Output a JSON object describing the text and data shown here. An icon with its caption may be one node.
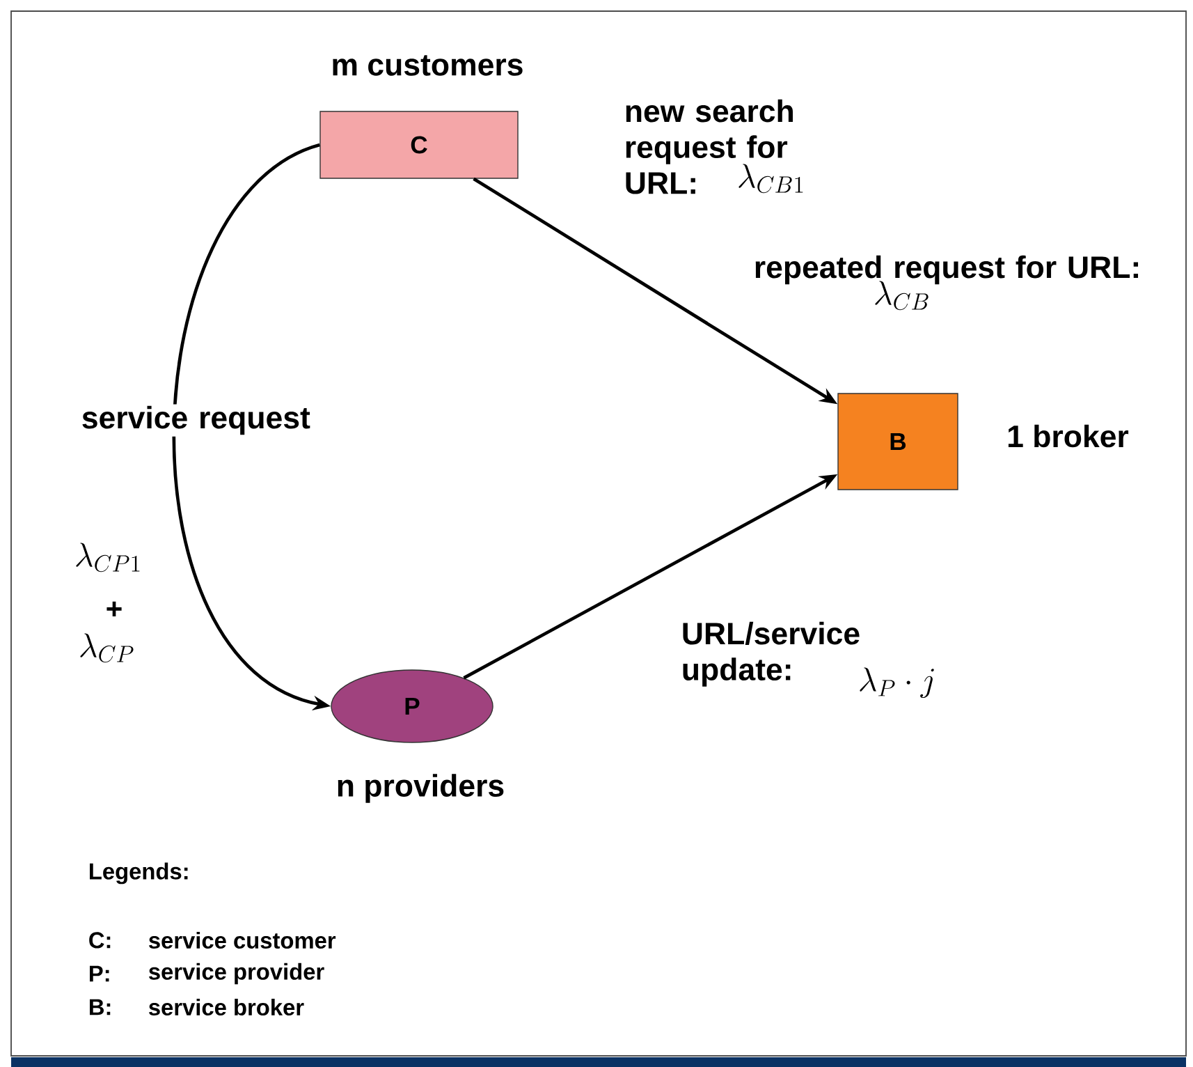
{
  "diagram": {
    "nodes": [
      {
        "text": [
          "C"
        ],
        "beside": [
          "m customers"
        ]
      },
      {
        "text": [
          "B"
        ],
        "beside": [
          "1 broker"
        ]
      },
      {
        "text": [
          "P"
        ],
        "beside": [
          "n providers"
        ]
      }
    ],
    "edges": [
      {
        "from": 0,
        "to": 1,
        "arrow": "to",
        "label": "new search request for URL:"
      },
      {
        "from": 0,
        "to": 2,
        "arrow": "to",
        "label": "service request"
      },
      {
        "from": 2,
        "to": 1,
        "arrow": "to",
        "label": "URL/service update:"
      }
    ],
    "labels": [
      "repeated request for URL:",
      "\\lambda_{CB1}",
      "\\lambda_{CB}",
      "\\lambda_{CP1}",
      "+",
      "\\lambda_{CP}",
      "\\lambda_{P}\\cdot j",
      "Legends:",
      "C:",
      "service customer",
      "P:",
      "service provider",
      "B:",
      "service broker"
    ]
  }
}
